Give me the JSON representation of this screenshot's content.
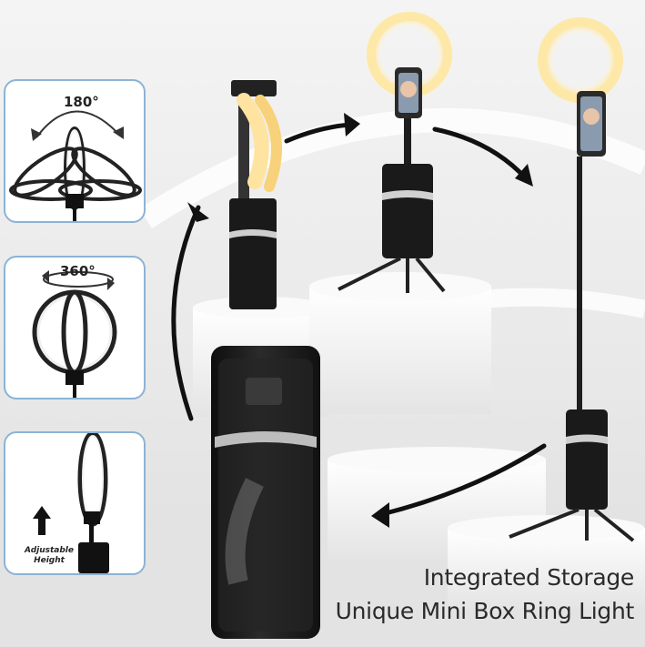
{
  "features": [
    {
      "label": "180°",
      "icon": "tilt-ring-icon"
    },
    {
      "label": "360°",
      "icon": "rotate-ring-icon"
    },
    {
      "label": "Adjustable Height",
      "icon": "height-adjust-icon"
    }
  ],
  "headline": {
    "line1": "Integrated Storage",
    "line2": "Unique Mini Box Ring Light"
  },
  "colors": {
    "panel_border": "#8db3d4",
    "device_body": "#1c1c1c",
    "ring_glow": "#ffe7a6"
  }
}
